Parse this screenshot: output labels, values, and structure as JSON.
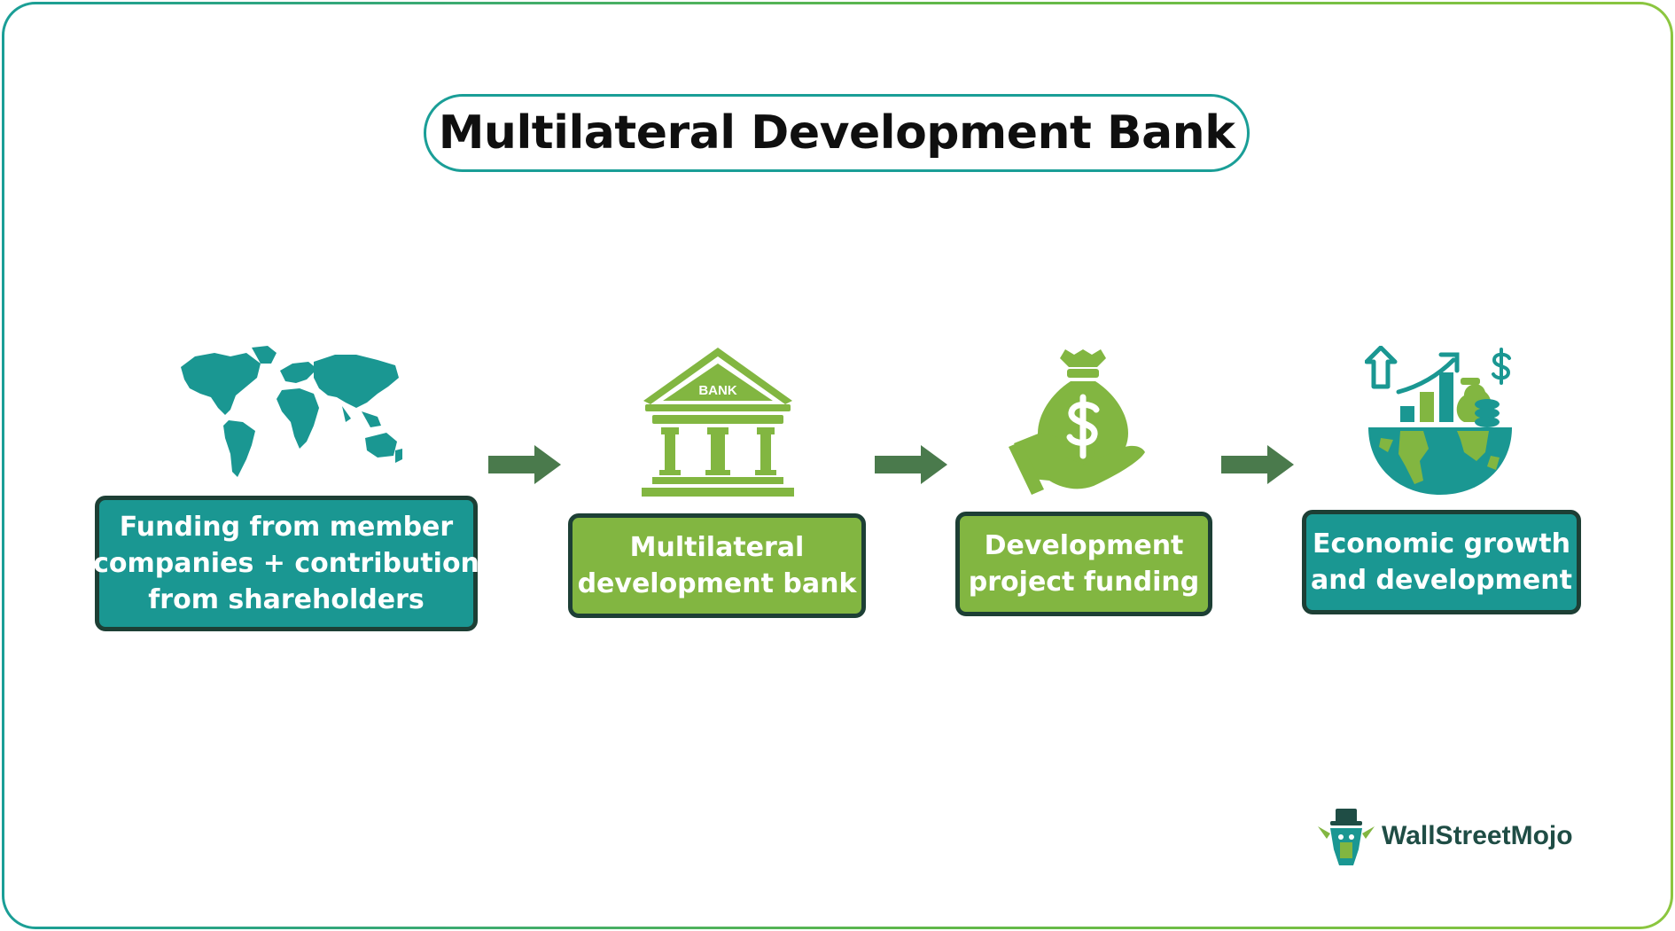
{
  "title": "Multilateral Development Bank",
  "steps": [
    {
      "lines": [
        "Funding from member",
        "companies + contribution",
        "from shareholders"
      ],
      "color": "#1a9792",
      "icon": "world-map-icon"
    },
    {
      "lines": [
        "Multilateral",
        "development bank"
      ],
      "color": "#82b641",
      "icon": "bank-building-icon"
    },
    {
      "lines": [
        "Development",
        "project funding"
      ],
      "color": "#82b641",
      "icon": "money-bag-hand-icon"
    },
    {
      "lines": [
        "Economic growth",
        "and development"
      ],
      "color": "#1a9792",
      "icon": "globe-growth-chart-icon"
    }
  ],
  "bank_sign": "BANK",
  "brand": {
    "name": "WallStreetMojo"
  },
  "colors": {
    "teal": "#1a9792",
    "green": "#82b641",
    "box_border": "#1d3f35",
    "arrow": "#4a7a4c"
  }
}
